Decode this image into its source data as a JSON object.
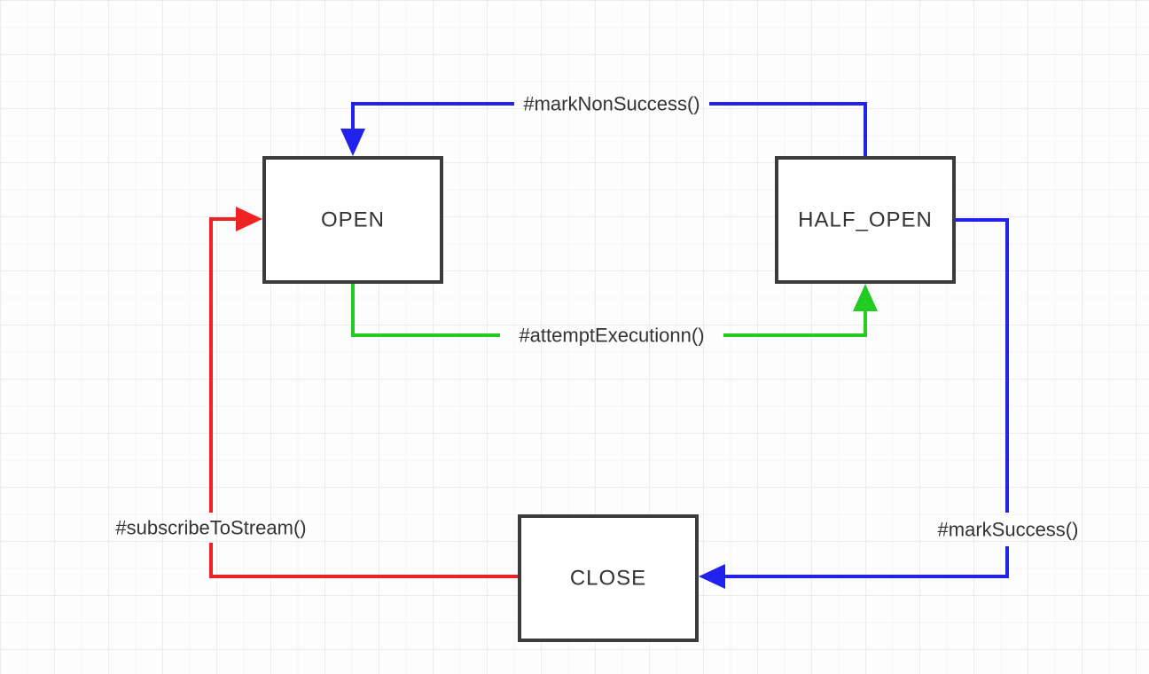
{
  "diagram": {
    "states": [
      {
        "label": "OPEN"
      },
      {
        "label": "HALF_OPEN"
      },
      {
        "label": "CLOSE"
      }
    ],
    "transitions": [
      {
        "label": "#markNonSuccess()",
        "color": "#2222ee",
        "from": "HALF_OPEN",
        "to": "OPEN"
      },
      {
        "label": "#attemptExecutionn()",
        "color": "#22cc22",
        "from": "OPEN",
        "to": "HALF_OPEN"
      },
      {
        "label": "#markSuccess()",
        "color": "#2222ee",
        "from": "HALF_OPEN",
        "to": "CLOSE"
      },
      {
        "label": "#subscribeToStream()",
        "color": "#ee2222",
        "from": "CLOSE",
        "to": "OPEN"
      }
    ],
    "style": {
      "state_border_color": "#3b3b3b",
      "text_color": "#333333"
    }
  }
}
